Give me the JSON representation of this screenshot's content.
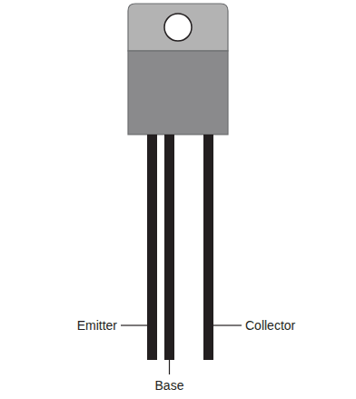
{
  "diagram": {
    "labels": [
      "Emitter",
      "Base",
      "Collector"
    ]
  }
}
